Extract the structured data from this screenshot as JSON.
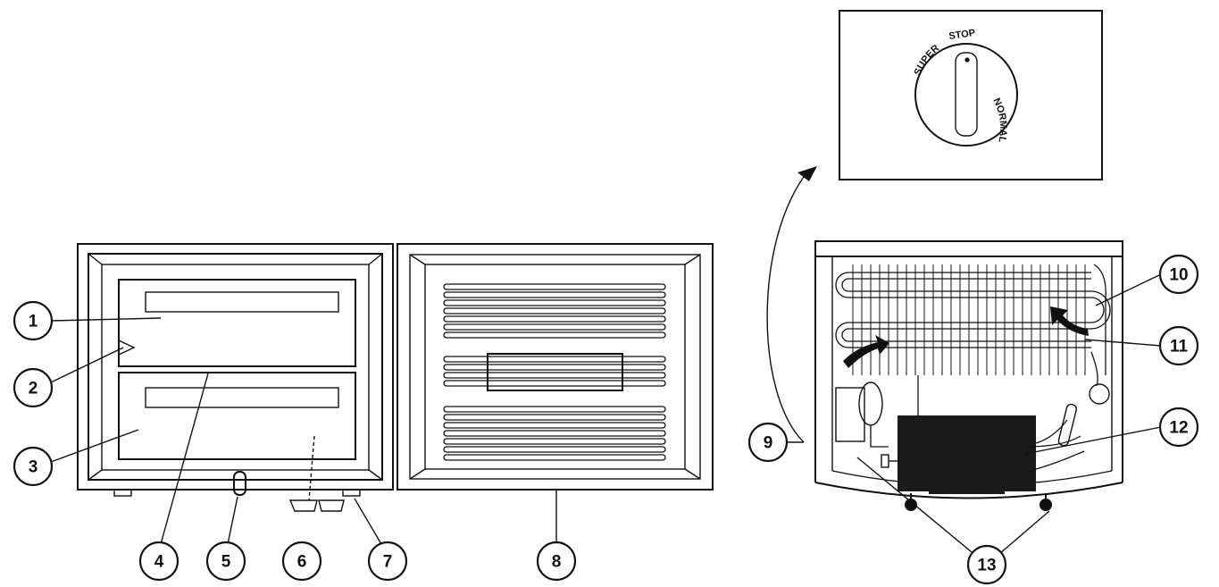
{
  "callouts": [
    {
      "id": "1",
      "label": "1"
    },
    {
      "id": "2",
      "label": "2"
    },
    {
      "id": "3",
      "label": "3"
    },
    {
      "id": "4",
      "label": "4"
    },
    {
      "id": "5",
      "label": "5"
    },
    {
      "id": "6",
      "label": "6"
    },
    {
      "id": "7",
      "label": "7"
    },
    {
      "id": "8",
      "label": "8"
    },
    {
      "id": "9",
      "label": "9"
    },
    {
      "id": "10",
      "label": "10"
    },
    {
      "id": "11",
      "label": "11"
    },
    {
      "id": "12",
      "label": "12"
    },
    {
      "id": "13",
      "label": "13"
    }
  ],
  "dial": {
    "label_super": "SUPER",
    "label_stop": "STOP",
    "label_normal": "NORMAL"
  },
  "colors": {
    "line": "#111111",
    "compressor": "#1a1a1a",
    "background": "#ffffff"
  }
}
